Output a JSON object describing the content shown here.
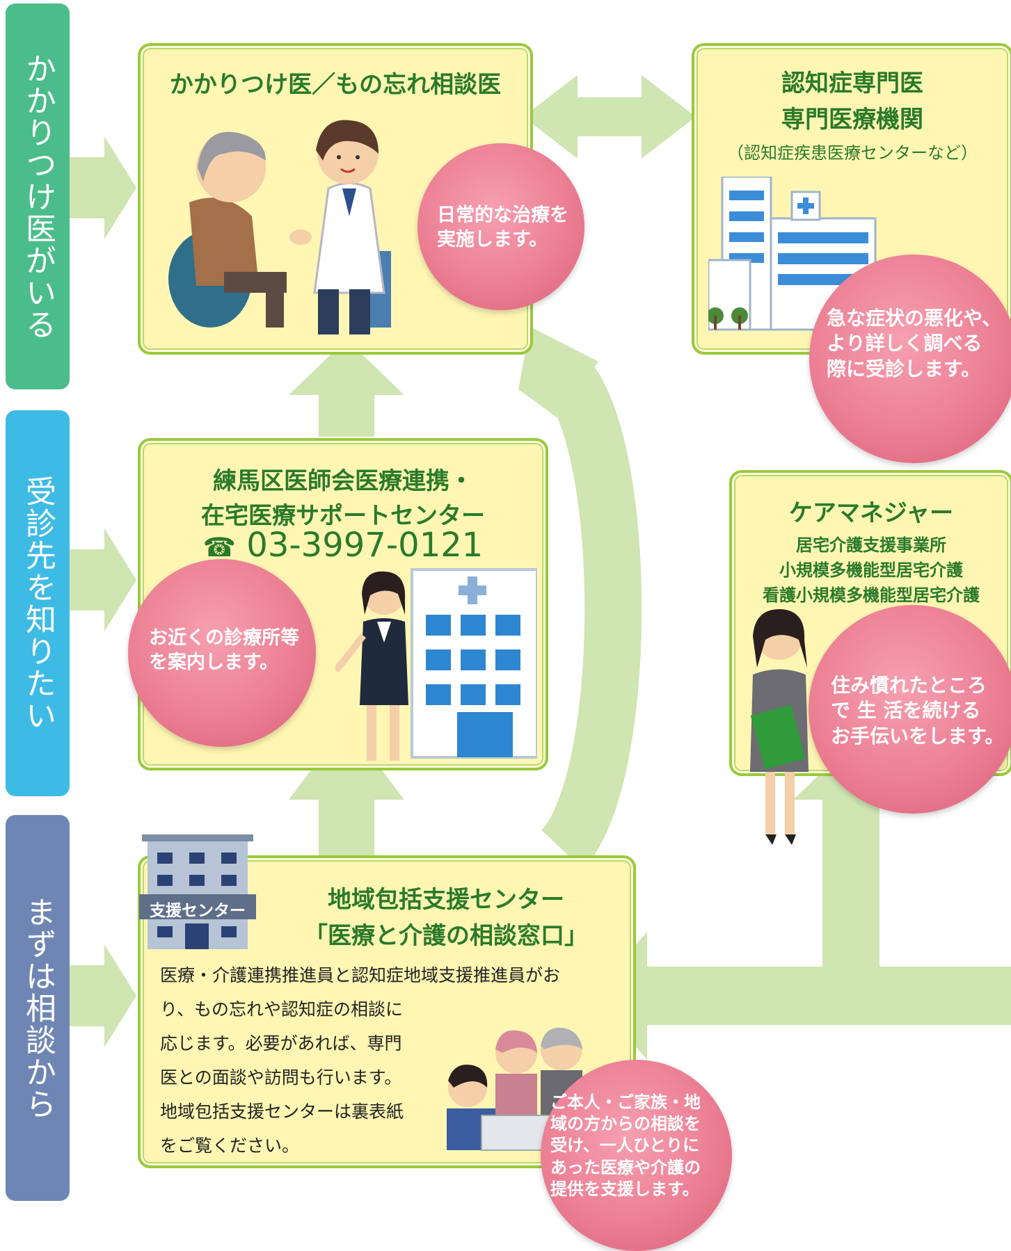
{
  "tabs": {
    "has_doctor": "かかりつけ医がいる",
    "find_clinic": "受診先を知りたい",
    "consult_first": "まずは相談から"
  },
  "family_doctor": {
    "title": "かかりつけ医／もの忘れ相談医",
    "circle_text": "日常的な治療を\n実施します。"
  },
  "specialist": {
    "title_line1": "認知症専門医",
    "title_line2": "専門医療機関",
    "subtitle": "（認知症疾患医療センターなど）",
    "circle_text": "急な症状の悪化や、\nより詳しく調べる\n際に受診します。"
  },
  "support_center": {
    "title_line1": "練馬区医師会医療連携・",
    "title_line2": "在宅医療サポートセンター",
    "phone": "03-3997-0121",
    "phone_icon": "telephone-icon",
    "circle_text": "お近くの診療所等\nを案内します。"
  },
  "care_manager": {
    "title": "ケアマネジャー",
    "line1": "居宅介護支援事業所",
    "line2": "小規模多機能型居宅介護",
    "line3": "看護小規模多機能型居宅介護",
    "circle_text": "住み慣れたところ\nで 生 活を続ける\nお手伝いをします。"
  },
  "regional_center": {
    "title_line1": "地域包括支援センター",
    "title_line2": "「医療と介護の相談窓口」",
    "building_label": "支援センター",
    "body_line1": "医療・介護連携推進員と認知症地域支援推進員がお",
    "body_line2": "り、もの忘れや認知症の相談に",
    "body_line3": "応じます。必要があれば、専門",
    "body_line4": "医との面談や訪問も行います。",
    "body_line5": "地域包括支援センターは裏表紙",
    "body_line6": "をご覧ください。",
    "circle_text": "ご本人・ご家族・地\n域の方からの相談を\n受け、一人ひとりに\nあった医療や介護の\n提供を支援します。"
  },
  "colors": {
    "tab_green": "#4bbd8a",
    "tab_blue": "#3ebbe5",
    "tab_navy": "#6f86b4",
    "arrow": "#cfe5b2",
    "box_bg": "#fff6b3",
    "box_border": "#9ac93b",
    "title": "#2a7a2a",
    "circle": "#ec7f94"
  }
}
